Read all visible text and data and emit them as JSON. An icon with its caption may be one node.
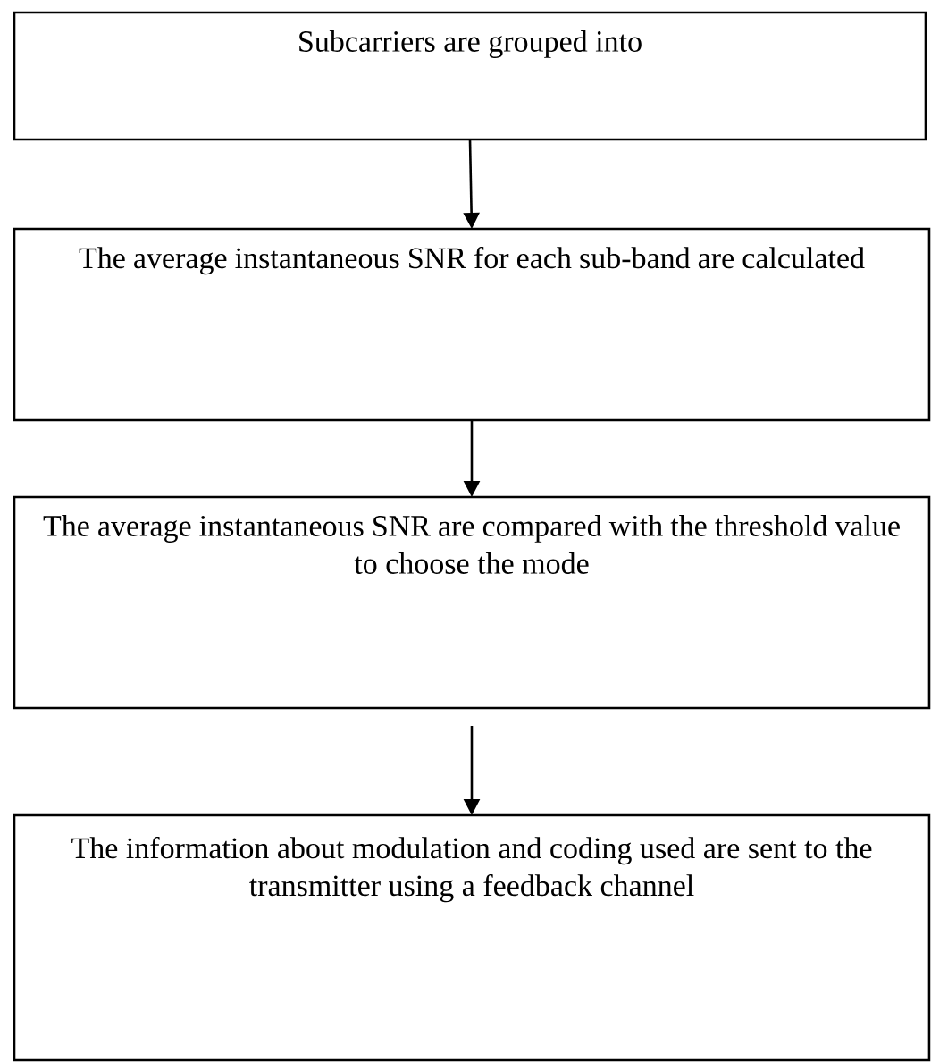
{
  "diagram": {
    "nodes": [
      {
        "text": [
          "Subcarriers are grouped into"
        ]
      },
      {
        "text": [
          "The average instantaneous SNR for each sub-band are calculated"
        ]
      },
      {
        "text": [
          "The average instantaneous SNR are compared with the threshold value to choose the mode"
        ]
      },
      {
        "text": [
          "The information about modulation and coding used are sent to the transmitter using a feedback channel"
        ]
      }
    ],
    "edges": [
      {
        "from": 0,
        "to": 1,
        "arrow": "to"
      },
      {
        "from": 1,
        "to": 2,
        "arrow": "to"
      },
      {
        "from": 2,
        "to": 3,
        "arrow": "to"
      }
    ]
  }
}
